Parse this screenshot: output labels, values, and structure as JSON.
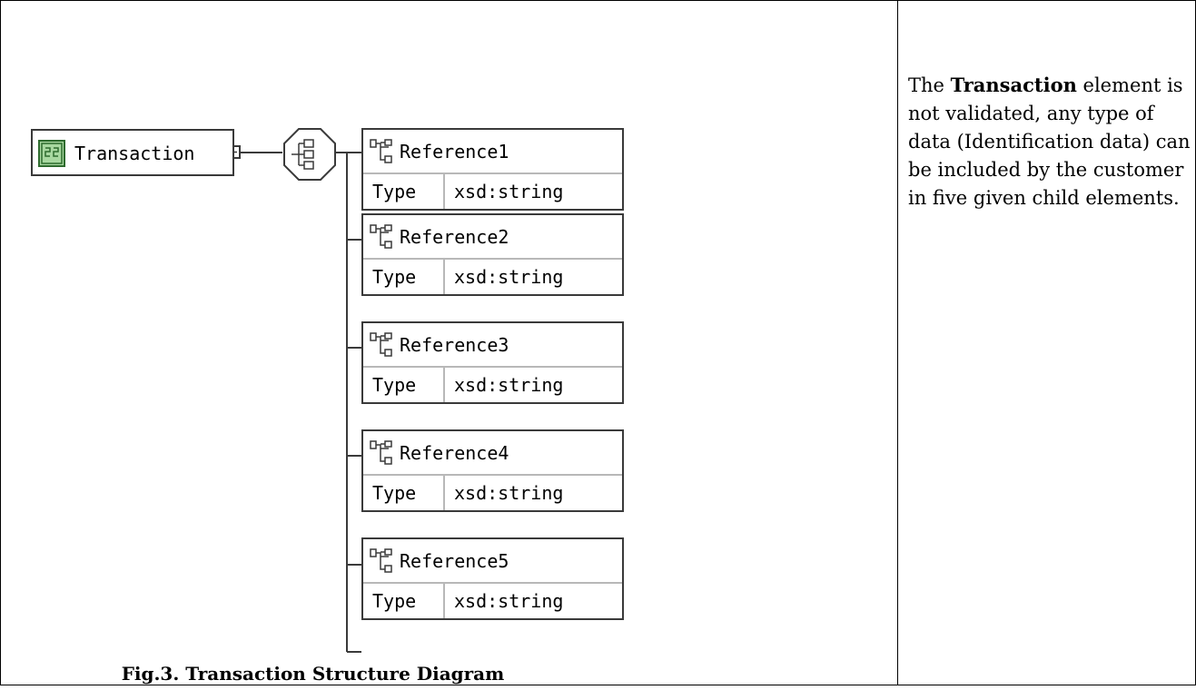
{
  "diagram": {
    "root": {
      "name": "Transaction",
      "icon": "complex-element-icon"
    },
    "compositor": {
      "icon": "sequence-compositor-icon"
    },
    "children": [
      {
        "name": "Reference1",
        "type_label": "Type",
        "type_value": "xsd:string",
        "icon": "element-icon"
      },
      {
        "name": "Reference2",
        "type_label": "Type",
        "type_value": "xsd:string",
        "icon": "element-icon"
      },
      {
        "name": "Reference3",
        "type_label": "Type",
        "type_value": "xsd:string",
        "icon": "element-icon"
      },
      {
        "name": "Reference4",
        "type_label": "Type",
        "type_value": "xsd:string",
        "icon": "element-icon"
      },
      {
        "name": "Reference5",
        "type_label": "Type",
        "type_value": "xsd:string",
        "icon": "element-icon"
      }
    ],
    "caption": "Fig.3. Transaction Structure Diagram"
  },
  "description": {
    "prefix": "The ",
    "bold": "Transaction",
    "suffix": " element is not validated, any type of data (Identification data) can be included by the customer in five given child elements."
  },
  "colors": {
    "root_icon_fill": "#a8d8a0",
    "root_icon_stroke": "#2e6b2e",
    "border": "#3a3a3a",
    "divider": "#b8b8b8"
  }
}
